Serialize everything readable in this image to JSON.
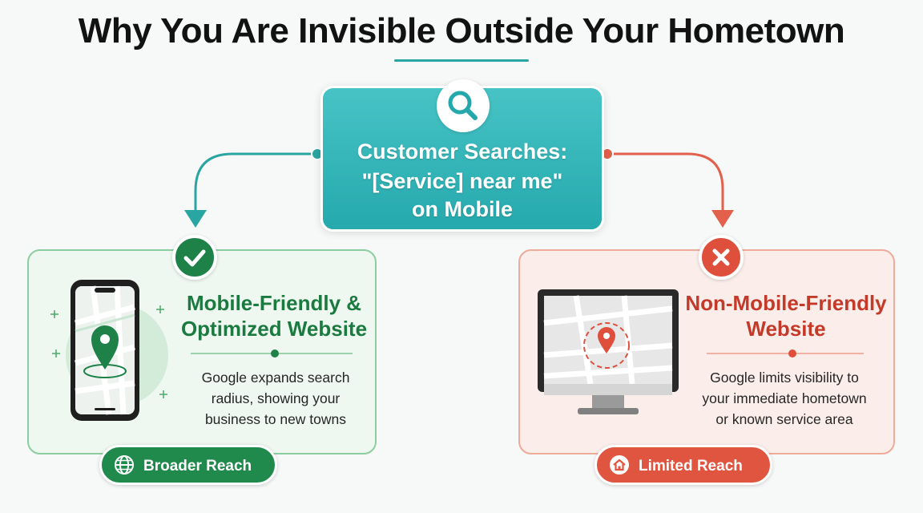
{
  "title": "Why You Are Invisible Outside Your Hometown",
  "top_box": {
    "icon": "search-icon",
    "lines": [
      "Customer Searches:",
      "\"[Service] near me\"",
      "on Mobile"
    ]
  },
  "left_panel": {
    "status_icon": "check-icon",
    "title_lines": [
      "Mobile-Friendly &",
      "Optimized Website"
    ],
    "desc_lines": [
      "Google expands search",
      "radius, showing your",
      "business to new towns"
    ],
    "badge": {
      "icon": "globe-icon",
      "label": "Broader Reach"
    }
  },
  "right_panel": {
    "status_icon": "x-icon",
    "title_lines": [
      "Non-Mobile-Friendly",
      "Website"
    ],
    "desc_lines": [
      "Google limits visibility to",
      "your immediate hometown",
      "or known service area"
    ],
    "badge": {
      "icon": "home-icon",
      "label": "Limited Reach"
    }
  },
  "colors": {
    "teal": "#2aa6a2",
    "green": "#1d8148",
    "red": "#de4f3c"
  }
}
